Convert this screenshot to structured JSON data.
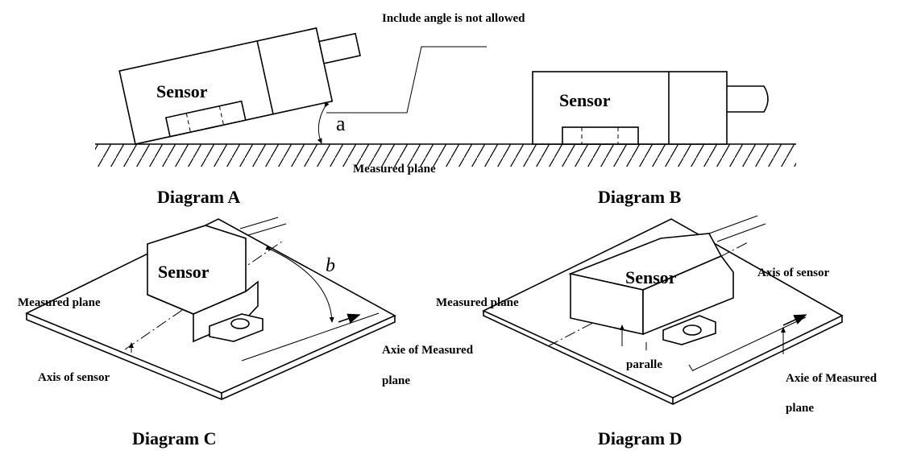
{
  "diagram_a": {
    "title": "Diagram A",
    "sensor_label": "Sensor",
    "note": "Include angle is not allowed",
    "angle_symbol": "a",
    "plane_label": "Measured plane"
  },
  "diagram_b": {
    "title": "Diagram B",
    "sensor_label": "Sensor"
  },
  "diagram_c": {
    "title": "Diagram C",
    "sensor_label": "Sensor",
    "angle_symbol": "b",
    "plane_label": "Measured plane",
    "sensor_axis_label": "Axis of sensor",
    "plane_axis_label_line1": "Axie of Measured",
    "plane_axis_label_line2": "plane"
  },
  "diagram_d": {
    "title": "Diagram D",
    "sensor_label": "Sensor",
    "sensor_axis_label": "Axis of sensor",
    "plane_label": "Measured plane",
    "parallel_label": "paralle",
    "plane_axis_label_line1": "Axie of Measured",
    "plane_axis_label_line2": "plane"
  }
}
